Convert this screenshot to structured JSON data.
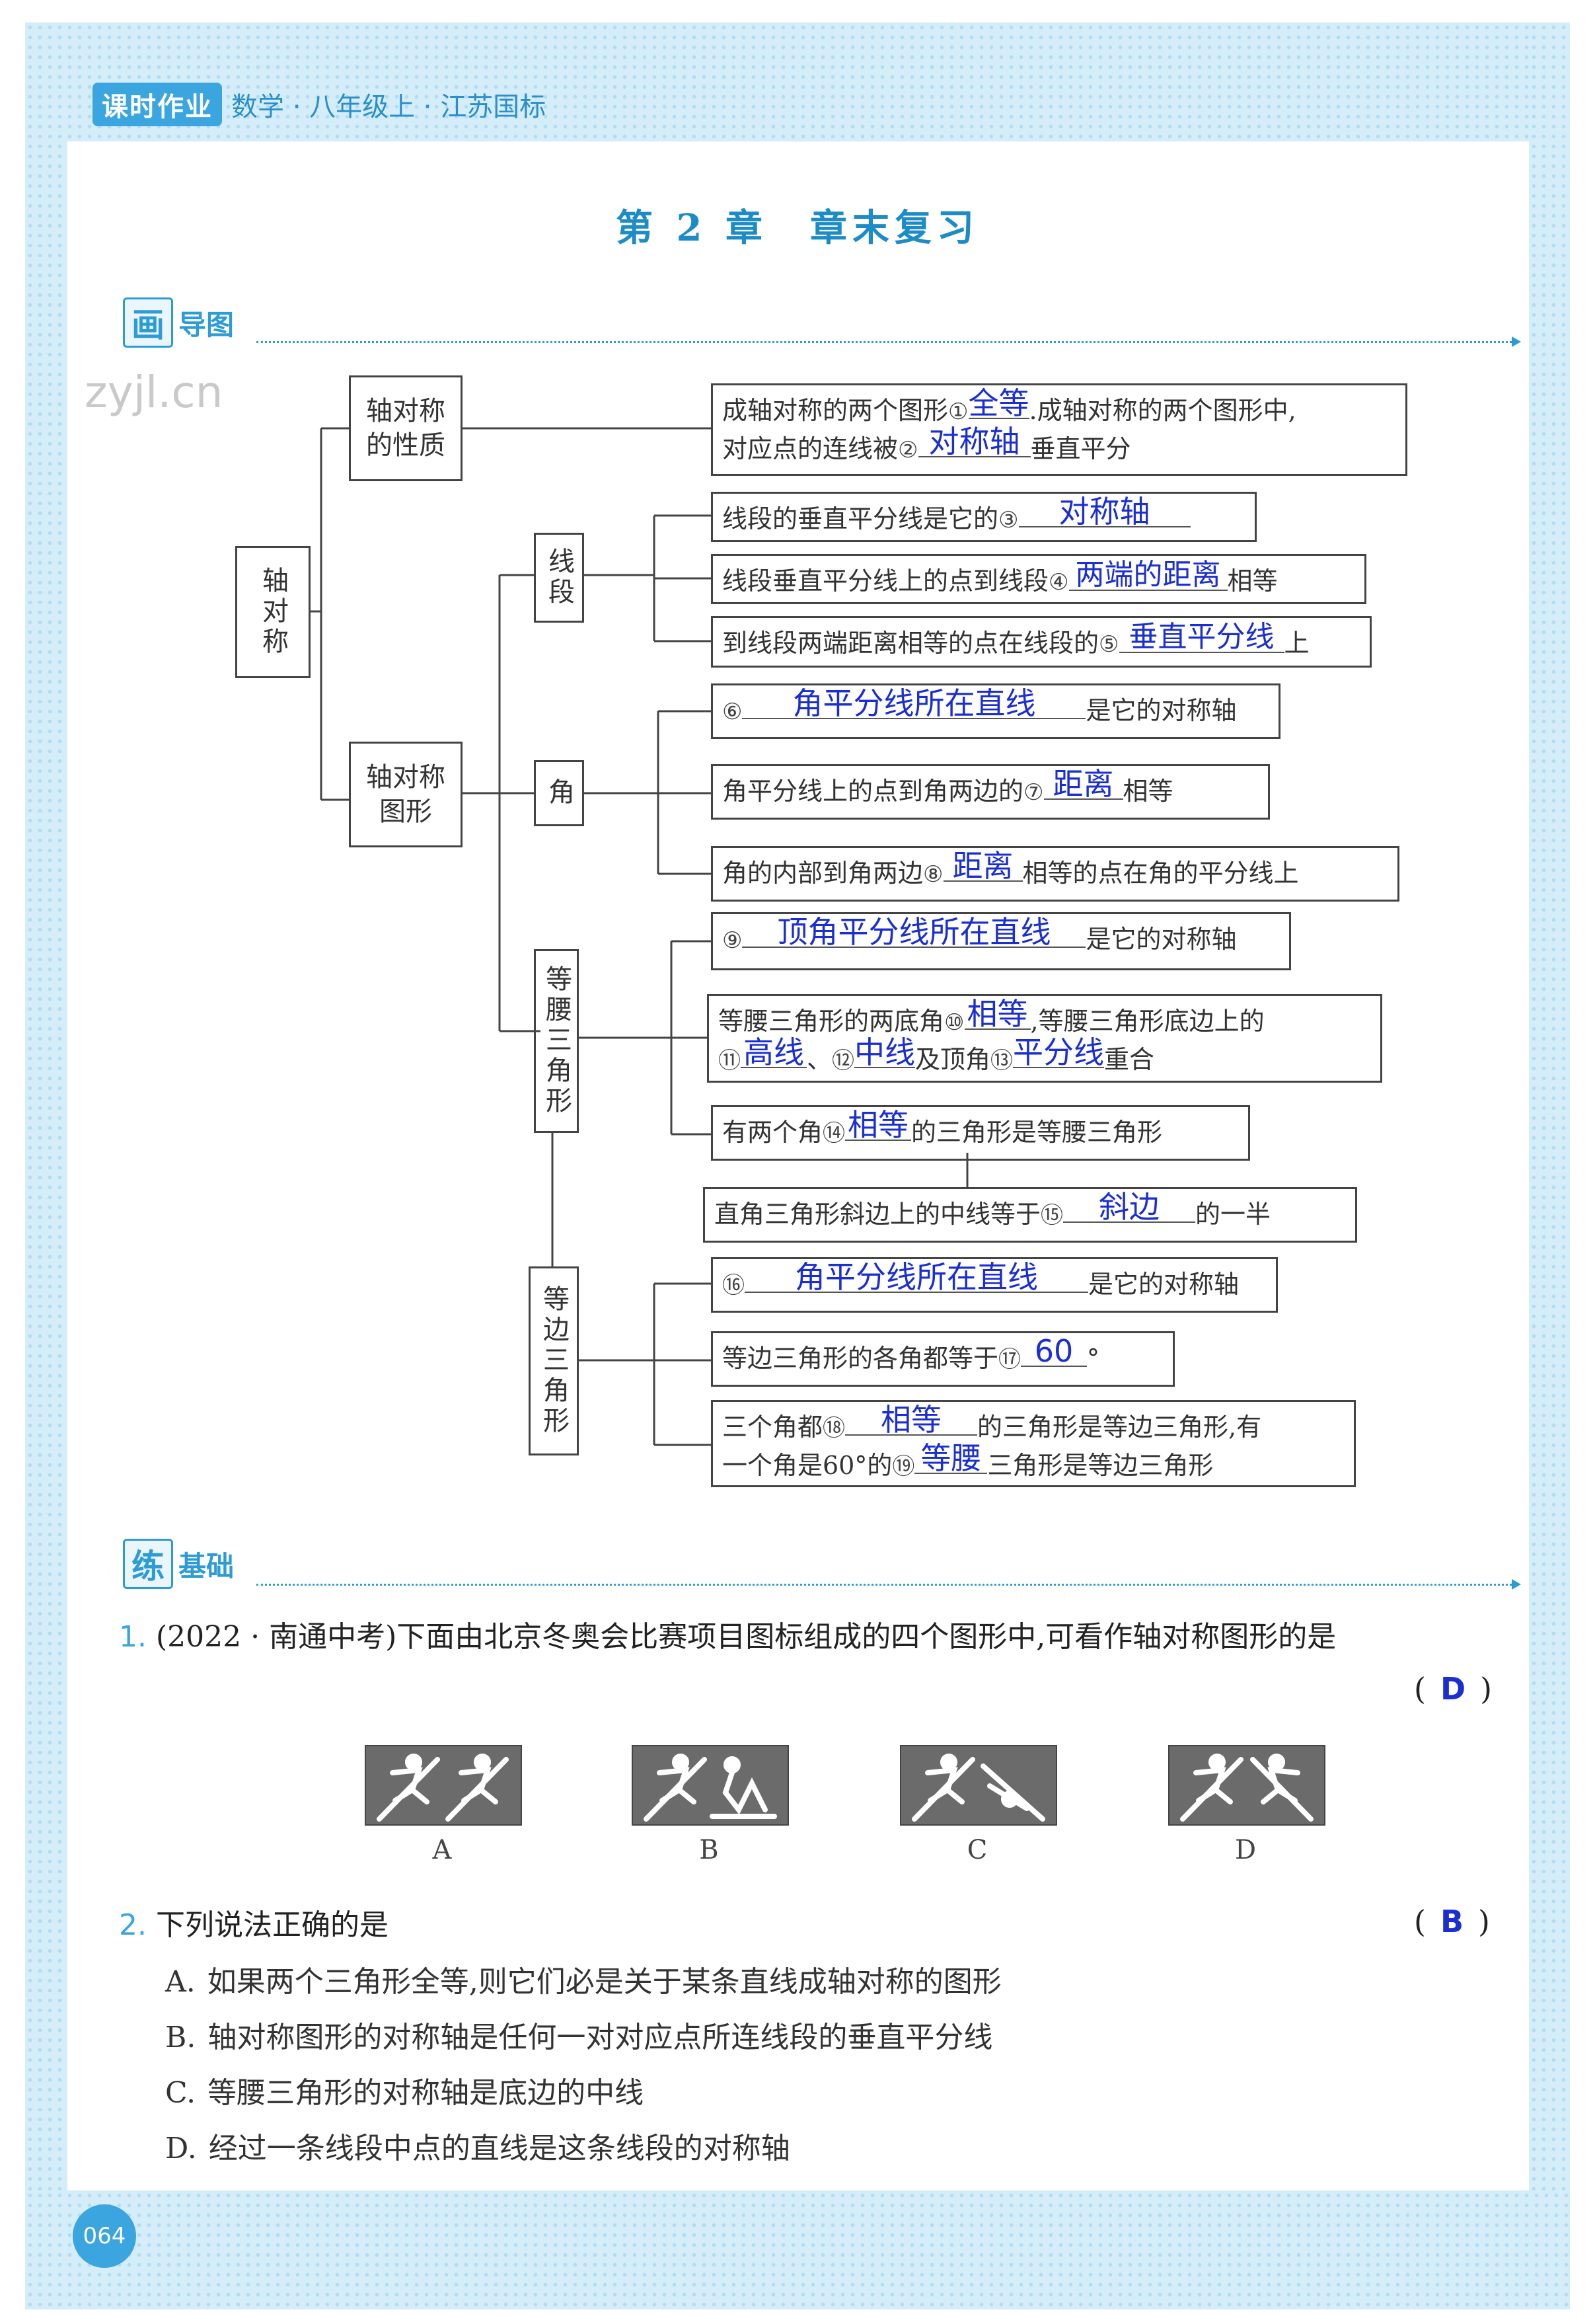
{
  "header": {
    "logo": "课时作业",
    "subject": "数学 · 八年级上 · 江苏国标"
  },
  "chapter_title": "第 2 章　章末复习",
  "watermark": "zyjl.cn",
  "sections": {
    "map": {
      "icon": "画",
      "label": "导图"
    },
    "practice": {
      "icon": "练",
      "label": "基础"
    }
  },
  "mindmap": {
    "root": "轴对称",
    "nodes": {
      "property": "轴对称的性质",
      "figure": "轴对称图形",
      "segment": "线段",
      "angle": "角",
      "isosceles": "等腰三角形",
      "equilateral": "等边三角形"
    },
    "boxes": {
      "b1": {
        "t1": "成轴对称的两个图形",
        "n1": "①",
        "a1": "全等",
        "t2": ".成轴对称的两个图形中,",
        "t3": "对应点的连线被",
        "n2": "②",
        "a2": "对称轴",
        "t4": "垂直平分"
      },
      "b3": {
        "t1": "线段的垂直平分线是它的",
        "n1": "③",
        "a1": "对称轴"
      },
      "b4": {
        "t1": "线段垂直平分线上的点到线段",
        "n1": "④",
        "a1": "两端的距离",
        "t2": "相等"
      },
      "b5": {
        "t1": "到线段两端距离相等的点在线段的",
        "n1": "⑤",
        "a1": "垂直平分线",
        "t2": "上"
      },
      "b6": {
        "n1": "⑥",
        "a1": "角平分线所在直线",
        "t1": "是它的对称轴"
      },
      "b7": {
        "t1": "角平分线上的点到角两边的",
        "n1": "⑦",
        "a1": "距离",
        "t2": "相等"
      },
      "b8": {
        "t1": "角的内部到角两边",
        "n1": "⑧",
        "a1": "距离",
        "t2": "相等的点在角的平分线上"
      },
      "b9": {
        "n1": "⑨",
        "a1": "顶角平分线所在直线",
        "t1": "是它的对称轴"
      },
      "b10": {
        "t1": "等腰三角形的两底角",
        "n1": "⑩",
        "a1": "相等",
        "t2": ",等腰三角形底边上的",
        "n2": "⑪",
        "a2": "高线",
        "t3": "、",
        "n3": "⑫",
        "a3": "中线",
        "t4": "及顶角",
        "n4": "⑬",
        "a4": "平分线",
        "t5": "重合"
      },
      "b14": {
        "t1": "有两个角",
        "n1": "⑭",
        "a1": "相等",
        "t2": "的三角形是等腰三角形"
      },
      "b15": {
        "t1": "直角三角形斜边上的中线等于",
        "n1": "⑮",
        "a1": "斜边",
        "t2": "的一半"
      },
      "b16": {
        "n1": "⑯",
        "a1": "角平分线所在直线",
        "t1": "是它的对称轴"
      },
      "b17": {
        "t1": "等边三角形的各角都等于",
        "n1": "⑰",
        "a1": "60",
        "t2": "°"
      },
      "b18": {
        "t1": "三个角都",
        "n1": "⑱",
        "a1": "相等",
        "t2": "的三角形是等边三角形,有",
        "t3": "一个角是60°的",
        "n2": "⑲",
        "a2": "等腰",
        "t4": "三角形是等边三角形"
      }
    }
  },
  "questions": [
    {
      "num": "1.",
      "text": "(2022 · 南通中考)下面由北京冬奥会比赛项目图标组成的四个图形中,可看作轴对称图形的是",
      "answer": "D",
      "paren_open": "(",
      "paren_close": ")",
      "image_labels": [
        "A",
        "B",
        "C",
        "D"
      ]
    },
    {
      "num": "2.",
      "text": "下列说法正确的是",
      "answer": "B",
      "paren_open": "(",
      "paren_close": ")",
      "options": [
        {
          "letter": "A.",
          "text": "如果两个三角形全等,则它们必是关于某条直线成轴对称的图形"
        },
        {
          "letter": "B.",
          "text": "轴对称图形的对称轴是任何一对对应点所连线段的垂直平分线"
        },
        {
          "letter": "C.",
          "text": "等腰三角形的对称轴是底边的中线"
        },
        {
          "letter": "D.",
          "text": "经过一条线段中点的直线是这条线段的对称轴"
        }
      ]
    }
  ],
  "page_number": "064",
  "colors": {
    "accent": "#3aa5de",
    "answer_ink": "#1b2fd1",
    "dot_band": "#d4edf9"
  },
  "icons": {
    "pictogram": "winter-olympics-pictogram-icon"
  }
}
